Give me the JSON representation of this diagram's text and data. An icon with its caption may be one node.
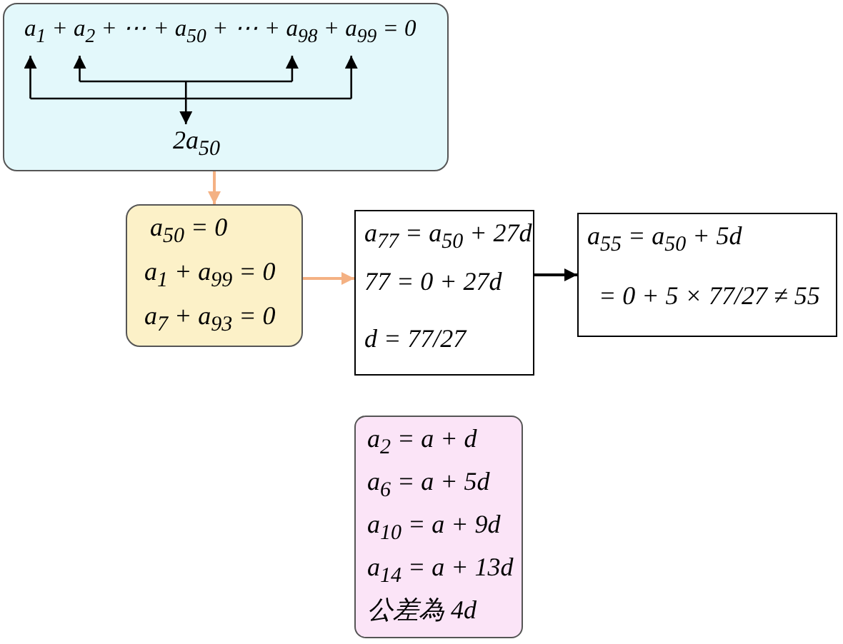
{
  "diagram": {
    "nodes": [
      {
        "text": [
          "a$_{1}$ + a$_{2}$ + ⋯ + a$_{50}$ + ⋯ + a$_{98}$ + a$_{99}$ = 0",
          "2a$_{50}$"
        ]
      },
      {
        "text": [
          "a$_{50}$ = 0",
          "a$_{1}$ + a$_{99}$ = 0",
          "a$_{7}$ + a$_{93}$ = 0"
        ]
      },
      {
        "text": [
          "a$_{77}$ = a$_{50}$ + 27d",
          "77 = 0 + 27d",
          "d = 77/27"
        ]
      },
      {
        "text": [
          "a$_{55}$ = a$_{50}$ + 5d",
          "= 0 + 5 × 77/27 ≠ 55"
        ]
      },
      {
        "text": [
          "a$_{2}$ = a + d",
          "a$_{6}$ = a + 5d",
          "a$_{10}$ = a + 9d",
          "a$_{14}$ = a + 13d",
          "公差為 4d"
        ]
      }
    ],
    "edges": [
      {
        "from": 0,
        "to": 1,
        "arrow": "to",
        "color": "#f4b183"
      },
      {
        "from": 1,
        "to": 2,
        "arrow": "to",
        "color": "#f4b183"
      },
      {
        "from": 2,
        "to": 3,
        "arrow": "to",
        "color": "#000000"
      }
    ]
  }
}
